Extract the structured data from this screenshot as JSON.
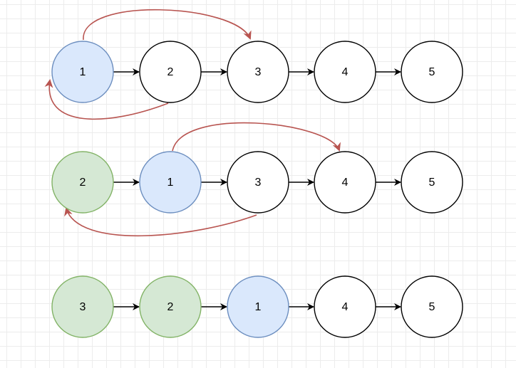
{
  "colors": {
    "node_default_fill": "#ffffff",
    "node_default_stroke": "#000000",
    "node_current_fill": "#dae8fc",
    "node_current_stroke": "#6c8ebf",
    "node_done_fill": "#d5e8d4",
    "node_done_stroke": "#82b366",
    "link_arrow": "#000000",
    "pointer_arrow": "#b85450"
  },
  "rows": [
    {
      "nodes": [
        {
          "label": "1",
          "state": "current"
        },
        {
          "label": "2",
          "state": "default"
        },
        {
          "label": "3",
          "state": "default"
        },
        {
          "label": "4",
          "state": "default"
        },
        {
          "label": "5",
          "state": "default"
        }
      ]
    },
    {
      "nodes": [
        {
          "label": "2",
          "state": "done"
        },
        {
          "label": "1",
          "state": "current"
        },
        {
          "label": "3",
          "state": "default"
        },
        {
          "label": "4",
          "state": "default"
        },
        {
          "label": "5",
          "state": "default"
        }
      ]
    },
    {
      "nodes": [
        {
          "label": "3",
          "state": "done"
        },
        {
          "label": "2",
          "state": "done"
        },
        {
          "label": "1",
          "state": "current"
        },
        {
          "label": "4",
          "state": "default"
        },
        {
          "label": "5",
          "state": "default"
        }
      ]
    }
  ]
}
